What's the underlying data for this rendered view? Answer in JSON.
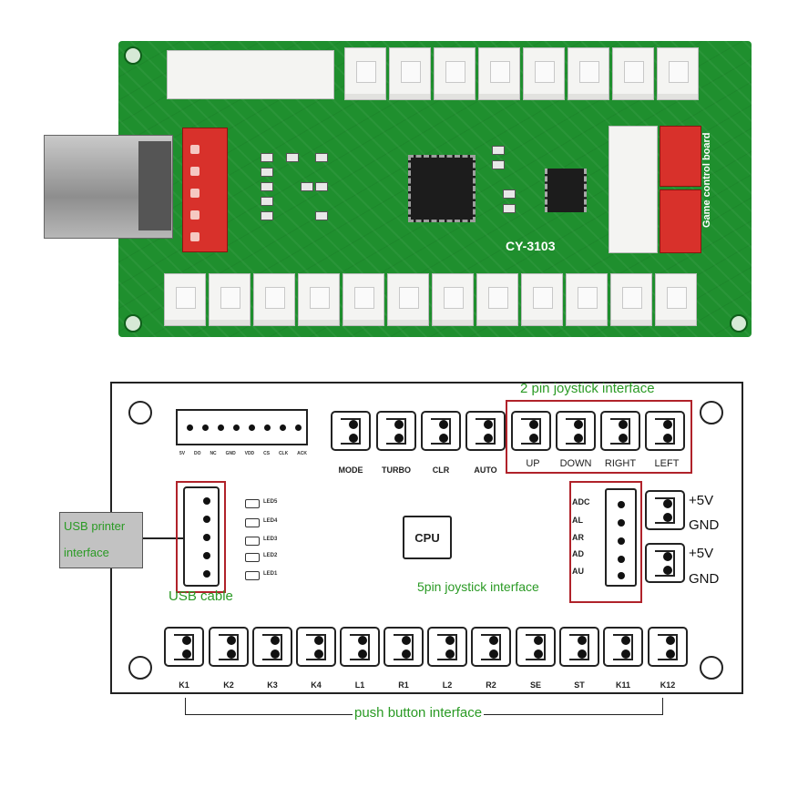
{
  "pcb_photo": {
    "board_model": "CY-3103",
    "board_caption": "Game control board"
  },
  "diagram": {
    "header8_pins": [
      "5V",
      "DO",
      "NC",
      "GND",
      "VDD",
      "CS",
      "CLK",
      "ACK"
    ],
    "top_function_buttons": [
      "MODE",
      "TURBO",
      "CLR",
      "AUTO"
    ],
    "joystick_2pin": {
      "title": "2 pin joystick interface",
      "directions": [
        "UP",
        "DOWN",
        "RIGHT",
        "LEFT"
      ]
    },
    "usb": {
      "plug_label_line1": "USB printer",
      "plug_label_line2": "interface",
      "cable_label": "USB cable"
    },
    "leds": [
      "LED5",
      "LED4",
      "LED3",
      "LED2",
      "LED1"
    ],
    "cpu_label": "CPU",
    "joystick_5pin": {
      "title": "5pin joystick interface",
      "pins": [
        "ADC",
        "AL",
        "AR",
        "AD",
        "AU"
      ]
    },
    "power": [
      {
        "plus": "+5V",
        "ground": "GND"
      },
      {
        "plus": "+5V",
        "ground": "GND"
      }
    ],
    "push_buttons": {
      "title": "push button interface",
      "labels": [
        "K1",
        "K2",
        "K3",
        "K4",
        "L1",
        "R1",
        "L2",
        "R2",
        "SE",
        "ST",
        "K11",
        "K12"
      ]
    }
  },
  "colors": {
    "pcb_green": "#1f8f2e",
    "label_green": "#2a9a24",
    "highlight_red": "#b0222a"
  }
}
